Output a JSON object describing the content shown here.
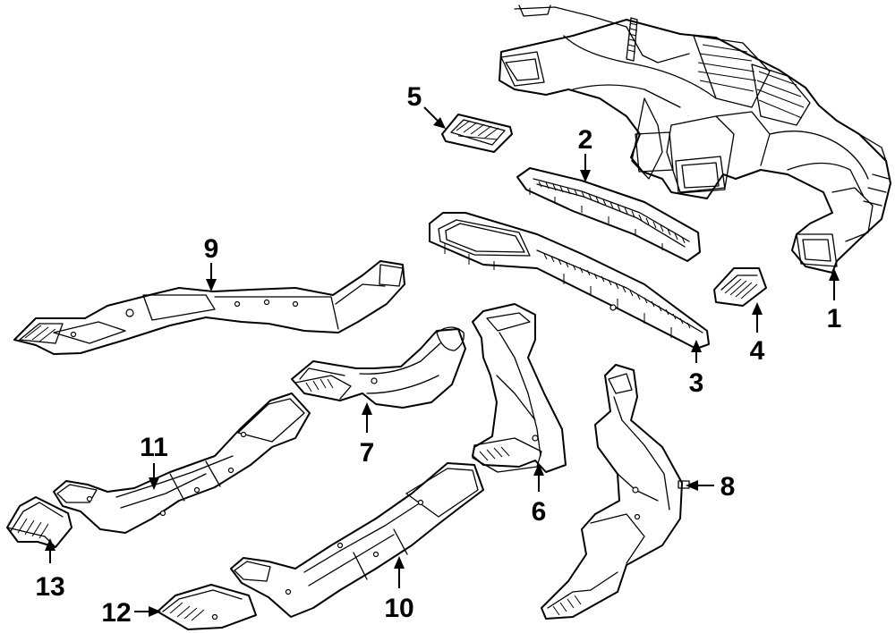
{
  "callouts": [
    {
      "id": "1",
      "label": "1"
    },
    {
      "id": "2",
      "label": "2"
    },
    {
      "id": "3",
      "label": "3"
    },
    {
      "id": "4",
      "label": "4"
    },
    {
      "id": "5",
      "label": "5"
    },
    {
      "id": "6",
      "label": "6"
    },
    {
      "id": "7",
      "label": "7"
    },
    {
      "id": "8",
      "label": "8"
    },
    {
      "id": "9",
      "label": "9"
    },
    {
      "id": "10",
      "label": "10"
    },
    {
      "id": "11",
      "label": "11"
    },
    {
      "id": "12",
      "label": "12"
    },
    {
      "id": "13",
      "label": "13"
    }
  ],
  "colors": {
    "line": "#000000",
    "background": "#ffffff"
  }
}
